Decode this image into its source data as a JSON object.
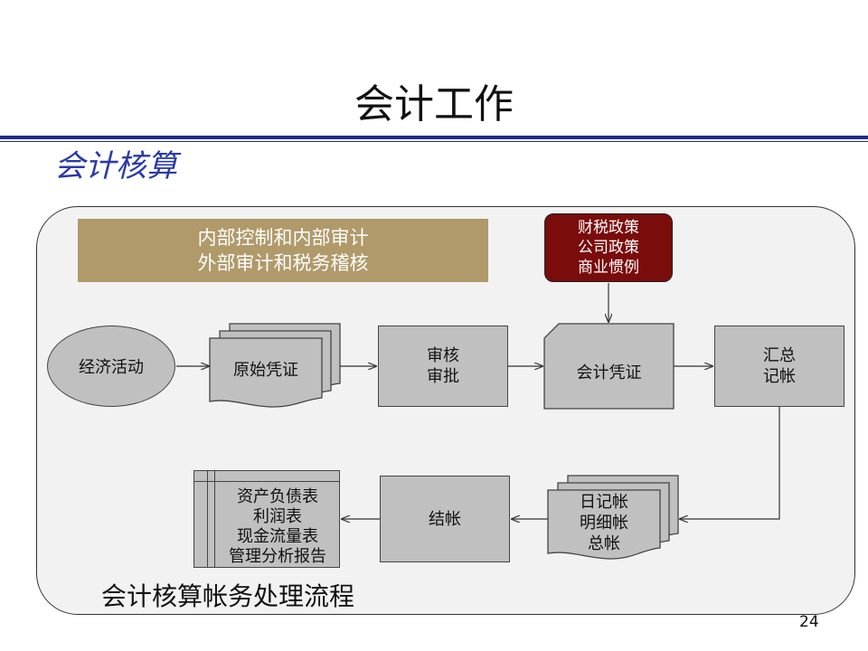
{
  "slide": {
    "title": "会计工作",
    "section_title": "会计核算",
    "footer_caption": "会计核算帐务处理流程",
    "page_number": "24"
  },
  "diagram": {
    "audit_banner": {
      "line1": "内部控制和内部审计",
      "line2": "外部审计和税务稽核"
    },
    "policy_box": {
      "line1": "财税政策",
      "line2": "公司政策",
      "line3": "商业惯例"
    },
    "nodes": {
      "economic_activity": "经济活动",
      "original_voucher": "原始凭证",
      "review": {
        "line1": "审核",
        "line2": "审批"
      },
      "accounting_voucher": "会计凭证",
      "summary_posting": {
        "line1": "汇总",
        "line2": "记帐"
      },
      "ledgers": {
        "line1": "日记帐",
        "line2": "明细帐",
        "line3": "总帐"
      },
      "closing": "结帐",
      "reports": {
        "line1": "资产负债表",
        "line2": "利润表",
        "line3": "现金流量表",
        "line4": "管理分析报告"
      }
    },
    "colors": {
      "accent_blue": "#1f2c8f",
      "banner_gold": "#b09a6a",
      "policy_red": "#7a0c0c",
      "node_gray": "#c0c0c0"
    }
  }
}
